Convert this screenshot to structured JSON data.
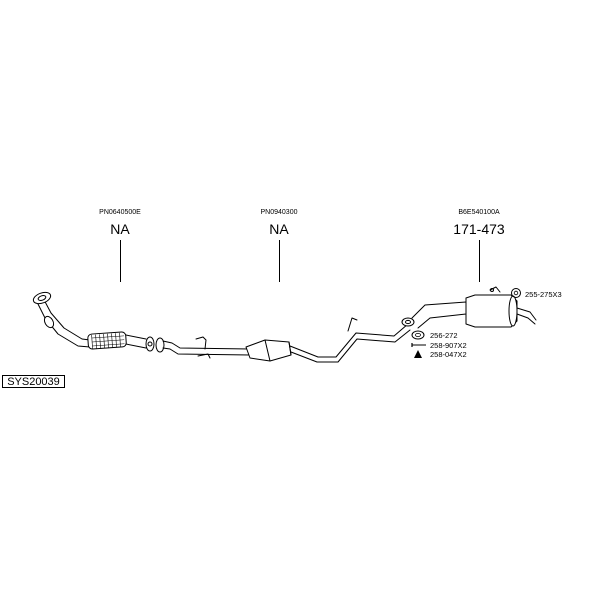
{
  "diagram": {
    "components": [
      {
        "oem_number": "PN0640500E",
        "part_number": "NA"
      },
      {
        "oem_number": "PN0940300",
        "part_number": "NA"
      },
      {
        "oem_number": "B6E540100A",
        "part_number": "171-473"
      }
    ],
    "accessories": [
      {
        "code": "255-275X3",
        "icon": "rubber-ring-icon"
      },
      {
        "code": "256-272",
        "icon": "gasket-icon"
      },
      {
        "code": "258-907X2",
        "icon": "bolt-icon"
      },
      {
        "code": "258-047X2",
        "icon": "nut-icon"
      }
    ],
    "system_code": "SYS20039"
  }
}
